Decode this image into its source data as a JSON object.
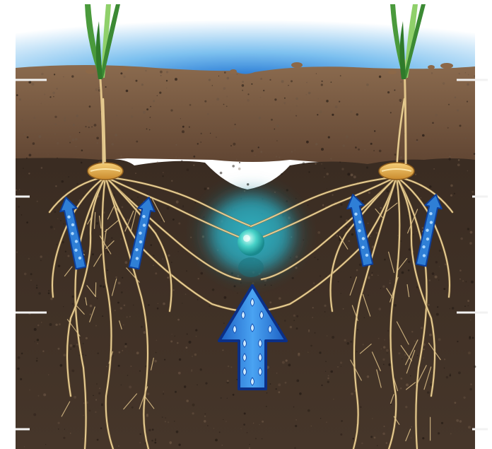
{
  "colors": {
    "background": "#ffffff",
    "sky": "#8fc8ee",
    "sky_glow": "#2f86d8",
    "topsoil": "#7a5a42",
    "topsoil_dark": "#5c4230",
    "subsoil": "#3c2e24",
    "subsoil_light": "#4e3d31",
    "root": "#e2c58a",
    "root_shadow": "#a88a52",
    "seed": "#e6a845",
    "seed_dark": "#b87a22",
    "leaf": "#3f9a3a",
    "leaf_light": "#8fd06a",
    "water_arrow": "#2f7fd6",
    "water_arrow_dark": "#0c3f9c",
    "water_arrow_light": "#9fd0ff",
    "moisture_cloud": "#38b7c8",
    "water_droplet": "#5fd8d0",
    "depth_tick": "#f2f2f2"
  },
  "icons": {
    "left_plant": "wheat-seedling-icon",
    "right_plant": "wheat-seedling-icon",
    "left_seed": "seed-icon",
    "right_seed": "seed-icon",
    "center_moisture": "water-droplet-icon",
    "upward_arrow": "water-arrow-up-icon",
    "side_arrows": "water-flow-arrow-icon"
  },
  "diagram": {
    "plants": 2,
    "side_water_arrows": 4,
    "depth_markers_per_side": 4,
    "stages": [
      "seedling",
      "seed",
      "roots",
      "moisture"
    ]
  }
}
